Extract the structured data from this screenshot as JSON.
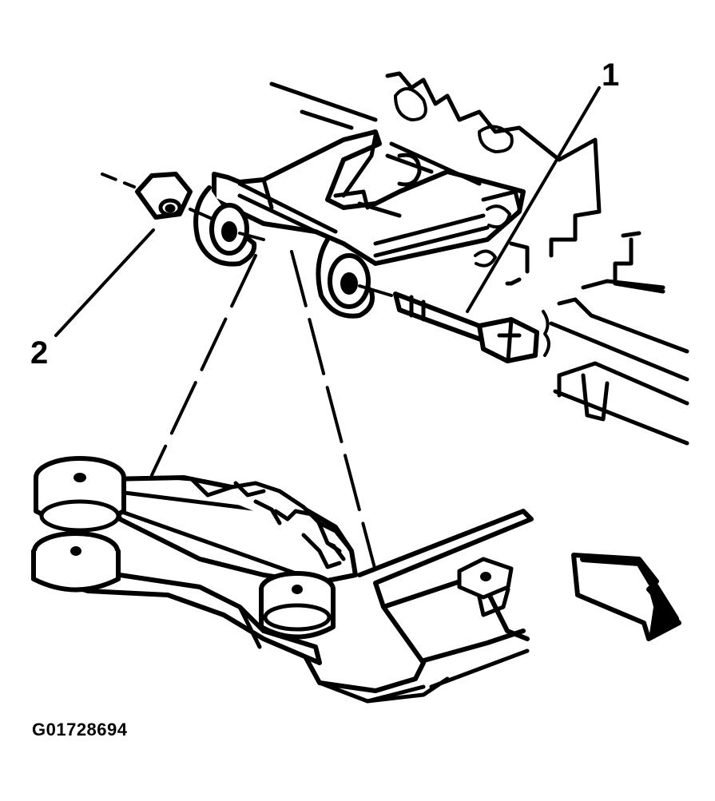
{
  "callouts": {
    "bolt_number": "1",
    "nut_number": "2"
  },
  "figure_id": "G01728694",
  "colors": {
    "ink": "#000000",
    "background": "#ffffff"
  },
  "icons": {
    "direction_arrow": "arrow-icon"
  }
}
